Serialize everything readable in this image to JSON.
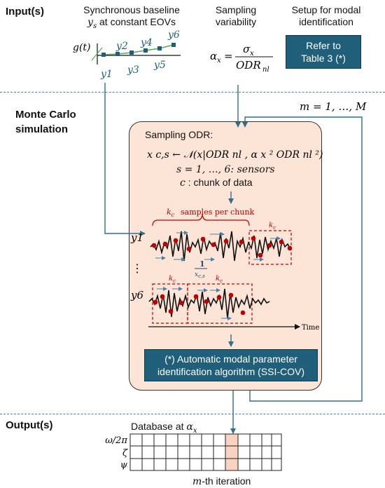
{
  "sections": {
    "input": "Input(s)",
    "monte_carlo_line1": "Monte Carlo",
    "monte_carlo_line2": "simulation",
    "output": "Output(s)"
  },
  "inputs": {
    "baseline_title_line1": "Synchronous baseline",
    "baseline_title_line2": "at constant EOVs",
    "baseline_var": "y",
    "baseline_var_sub": "s",
    "function_label": "g(t)",
    "y_labels": [
      "y1",
      "y2",
      "y3",
      "y4",
      "y5",
      "y6"
    ],
    "variability_title_line1": "Sampling",
    "variability_title_line2": "variability",
    "alpha_symbol": "α",
    "alpha_sub": "x",
    "sigma": "σ",
    "sigma_sub": "x",
    "odr": "ODR",
    "odr_sub": "nl",
    "setup_title_line1": "Setup for modal",
    "setup_title_line2": "identification",
    "setup_box_line1": "Refer to",
    "setup_box_line2": "Table 3 (*)"
  },
  "loop": {
    "label": "m = 1, …, M"
  },
  "monte_carlo": {
    "sampling_title": "Sampling ODR:",
    "formula": "x c,s ← 𝒩(x|ODR nl , α x ² ODR nl ²)",
    "sensors_line": "s = 1, …, 6: sensors",
    "chunk_line": ": chunk of data",
    "chunk_var": "c",
    "samples_label": "samples per chunk",
    "kc_label": "k",
    "kc_sub": "c",
    "y1_label": "y1",
    "y6_label": "y6",
    "dots": "⋮",
    "fraction_numerator": "1",
    "fraction_denominator": "x c,s",
    "time_label": "Time",
    "algorithm_line1": "(*) Automatic modal parameter",
    "algorithm_line2": "identification algorithm (SSI-COV)"
  },
  "output": {
    "database_label": "Database at",
    "row_labels": [
      "ω/2π",
      "ζ",
      "ψ"
    ],
    "iteration_label": "-th iteration",
    "iteration_var": "m"
  },
  "colors": {
    "accent_blue": "#1f5f7a",
    "box_fill": "#fce4d6",
    "chunk_red": "#c00000",
    "arrow_blue": "#2e6e8e",
    "dashed_blue": "#4a7fb0",
    "highlight_cell": "#f8d3c0"
  }
}
